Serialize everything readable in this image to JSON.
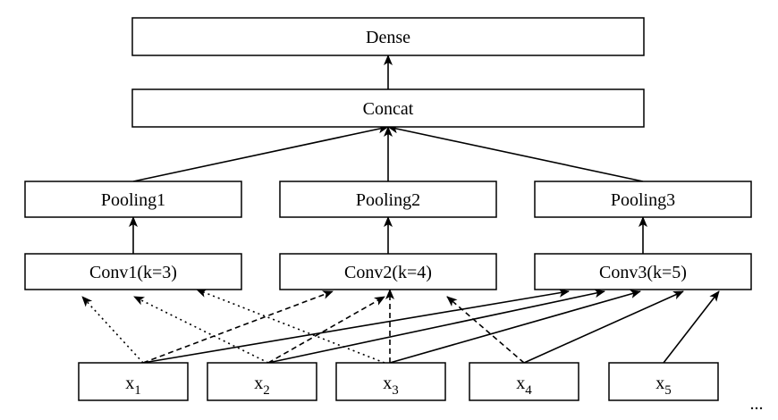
{
  "nodes": {
    "dense": {
      "label": "Dense"
    },
    "concat": {
      "label": "Concat"
    },
    "pool1": {
      "label": "Pooling1"
    },
    "pool2": {
      "label": "Pooling2"
    },
    "pool3": {
      "label": "Pooling3"
    },
    "conv1": {
      "label": "Conv1(k=3)"
    },
    "conv2": {
      "label": "Conv2(k=4)"
    },
    "conv3": {
      "label": "Conv3(k=5)"
    },
    "x1": {
      "base": "x",
      "sub": "1"
    },
    "x2": {
      "base": "x",
      "sub": "2"
    },
    "x3": {
      "base": "x",
      "sub": "3"
    },
    "x4": {
      "base": "x",
      "sub": "4"
    },
    "x5": {
      "base": "x",
      "sub": "5"
    }
  },
  "ellipsis": "...",
  "edges": [
    {
      "from": "concat",
      "to": "dense",
      "style": "solid"
    },
    {
      "from": "pool1",
      "to": "concat",
      "style": "solid"
    },
    {
      "from": "pool2",
      "to": "concat",
      "style": "solid"
    },
    {
      "from": "pool3",
      "to": "concat",
      "style": "solid"
    },
    {
      "from": "conv1",
      "to": "pool1",
      "style": "solid"
    },
    {
      "from": "conv2",
      "to": "pool2",
      "style": "solid"
    },
    {
      "from": "conv3",
      "to": "pool3",
      "style": "solid"
    },
    {
      "from": "x1",
      "to": "conv1",
      "style": "dotted"
    },
    {
      "from": "x2",
      "to": "conv1",
      "style": "dotted"
    },
    {
      "from": "x3",
      "to": "conv1",
      "style": "dotted"
    },
    {
      "from": "x1",
      "to": "conv2",
      "style": "dashed"
    },
    {
      "from": "x2",
      "to": "conv2",
      "style": "dashed"
    },
    {
      "from": "x3",
      "to": "conv2",
      "style": "dashed"
    },
    {
      "from": "x4",
      "to": "conv2",
      "style": "dashed"
    },
    {
      "from": "x1",
      "to": "conv3",
      "style": "solid"
    },
    {
      "from": "x2",
      "to": "conv3",
      "style": "solid"
    },
    {
      "from": "x3",
      "to": "conv3",
      "style": "solid"
    },
    {
      "from": "x4",
      "to": "conv3",
      "style": "solid"
    },
    {
      "from": "x5",
      "to": "conv3",
      "style": "solid"
    }
  ]
}
